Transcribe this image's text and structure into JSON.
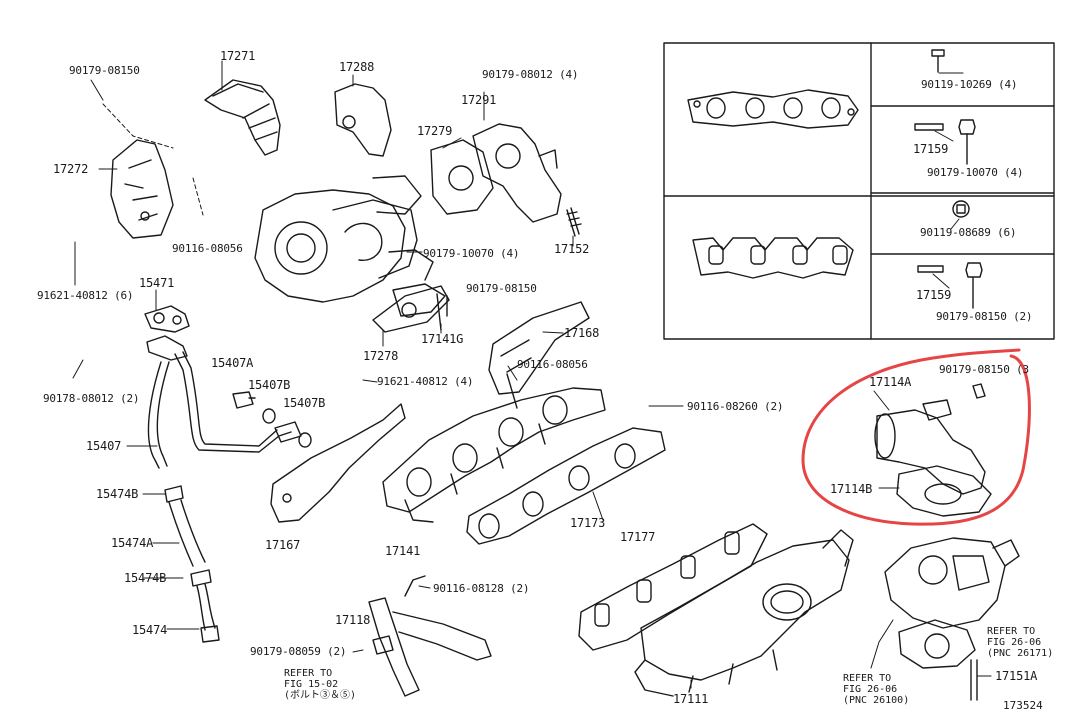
{
  "diagram": {
    "page_number": "173524",
    "labels": {
      "p17271": "17271",
      "p17288": "17288",
      "p90179_08012_4": "90179-08012 (4)",
      "p17291": "17291",
      "p90179_08150_a": "90179-08150",
      "p17272": "17272",
      "p17279": "17279",
      "p90116_08056_a": "90116-08056",
      "p91621_40812_6": "91621-40812 (6)",
      "p90179_10070_4a": "90179-10070 (4)",
      "p17152": "17152",
      "p15471": "15471",
      "p90179_08150_b": "90179-08150",
      "p17141G": "17141G",
      "p17278": "17278",
      "p17168": "17168",
      "p90116_08056_b": "90116-08056",
      "p15407A": "15407A",
      "p91621_40812_4": "91621-40812 (4)",
      "p15407B_a": "15407B",
      "p15407B_b": "15407B",
      "p90178_08012_2": "90178-08012 (2)",
      "p90116_08260_2": "90116-08260 (2)",
      "p15407": "15407",
      "p15474B_a": "15474B",
      "p17167": "17167",
      "p17141": "17141",
      "p17173": "17173",
      "p17177": "17177",
      "p15474A": "15474A",
      "p15474B_b": "15474B",
      "p90116_08128_2": "90116-08128 (2)",
      "p17118": "17118",
      "p15474": "15474",
      "p90179_08059_2": "90179-08059 (2)",
      "p17111": "17111",
      "p17151A": "17151A",
      "p90119_10269_4": "90119-10269 (4)",
      "p17159_a": "17159",
      "p90179_10070_4b": "90179-10070 (4)",
      "p90119_08689_6": "90119-08689 (6)",
      "p17159_b": "17159",
      "p90179_08150_2": "90179-08150 (2)",
      "p17114A": "17114A",
      "p90179_08150_3": "90179-08150 (3",
      "p17114B": "17114B"
    },
    "refs": {
      "ref_15_02_l1": "REFER TO",
      "ref_15_02_l2": "FIG 15-02",
      "ref_15_02_l3": "(ボルト③＆⑤)",
      "ref_26_06a_l1": "REFER TO",
      "ref_26_06a_l2": "FIG 26-06",
      "ref_26_06a_l3": "(PNC 26100)",
      "ref_26_06b_l1": "REFER TO",
      "ref_26_06b_l2": "FIG 26-06",
      "ref_26_06b_l3": "(PNC 26171)"
    },
    "colors": {
      "line": "#1a1a1a",
      "highlight": "#e64545",
      "paper": "#ffffff"
    },
    "highlight_circle": "red hand-drawn circle around 17114A / 17114B"
  }
}
